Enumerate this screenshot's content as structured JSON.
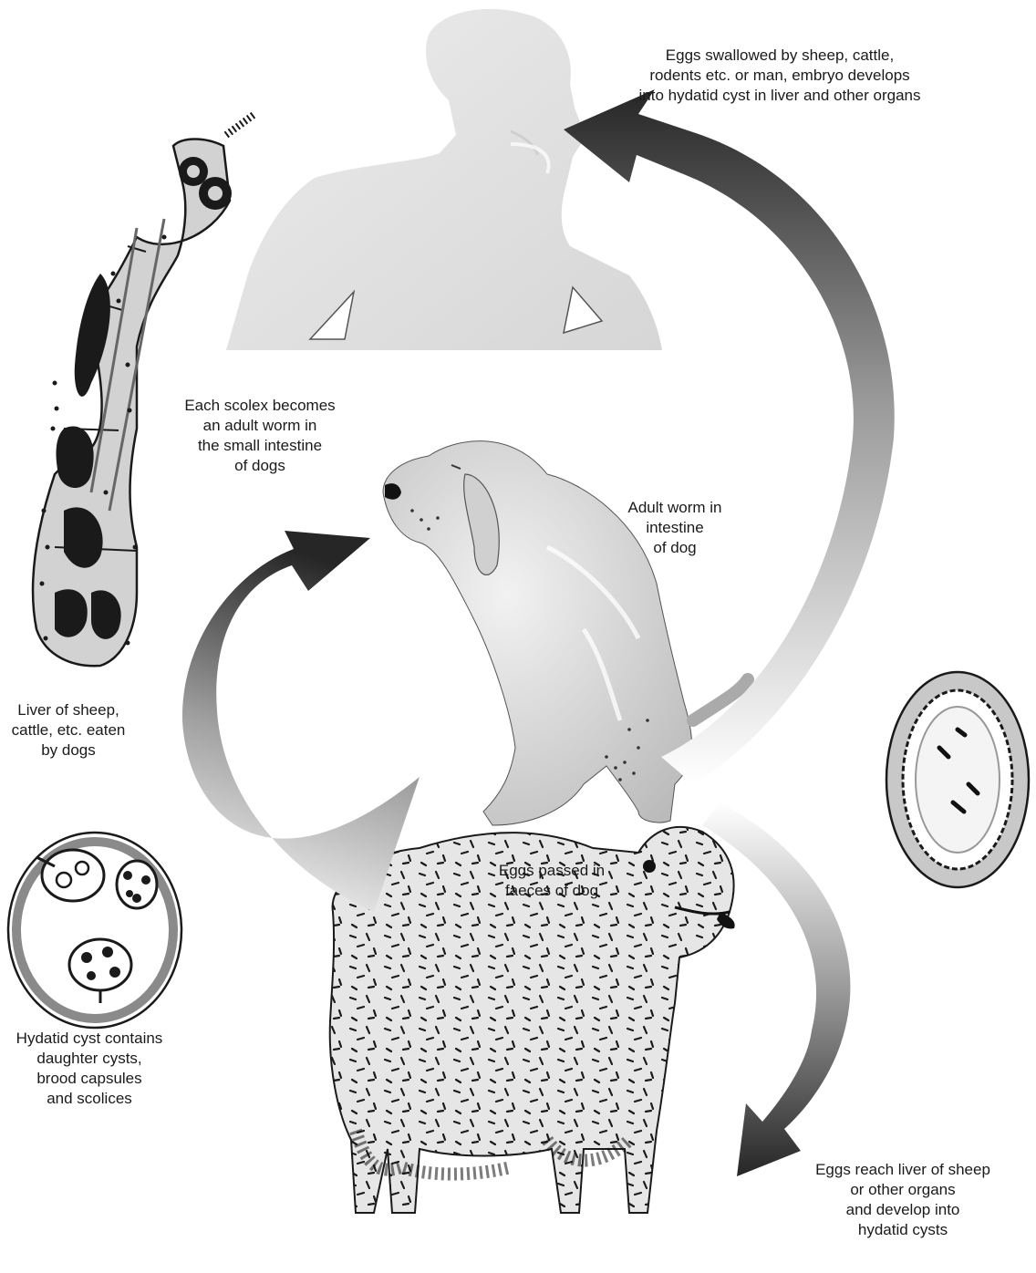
{
  "labels": {
    "eggs_swallowed": "Eggs swallowed by sheep, cattle,\nrodents etc. or man, embryo develops\ninto hydatid cyst in liver and other organs",
    "scolex": "Each scolex becomes\nan adult worm in\nthe small intestine\nof dogs",
    "adult_worm": "Adult worm in\nintestine\nof dog",
    "liver": "Liver of sheep,\ncattle, etc. eaten\nby dogs",
    "eggs_passed": "Eggs passed in\nfaeces of dog",
    "hydatid_cyst": "Hydatid cyst contains\ndaughter cysts,\nbrood capsules\nand scolices",
    "eggs_reach_liver": "Eggs reach liver of sheep\nor other organs\nand develop into\nhydatid cysts"
  },
  "colors": {
    "silhouette_fill": "#e4e4e4",
    "arrow_dark": "#2a2a2a",
    "arrow_light": "#ffffff",
    "ink": "#111111",
    "cyst_ring": "#8a8a8a"
  }
}
